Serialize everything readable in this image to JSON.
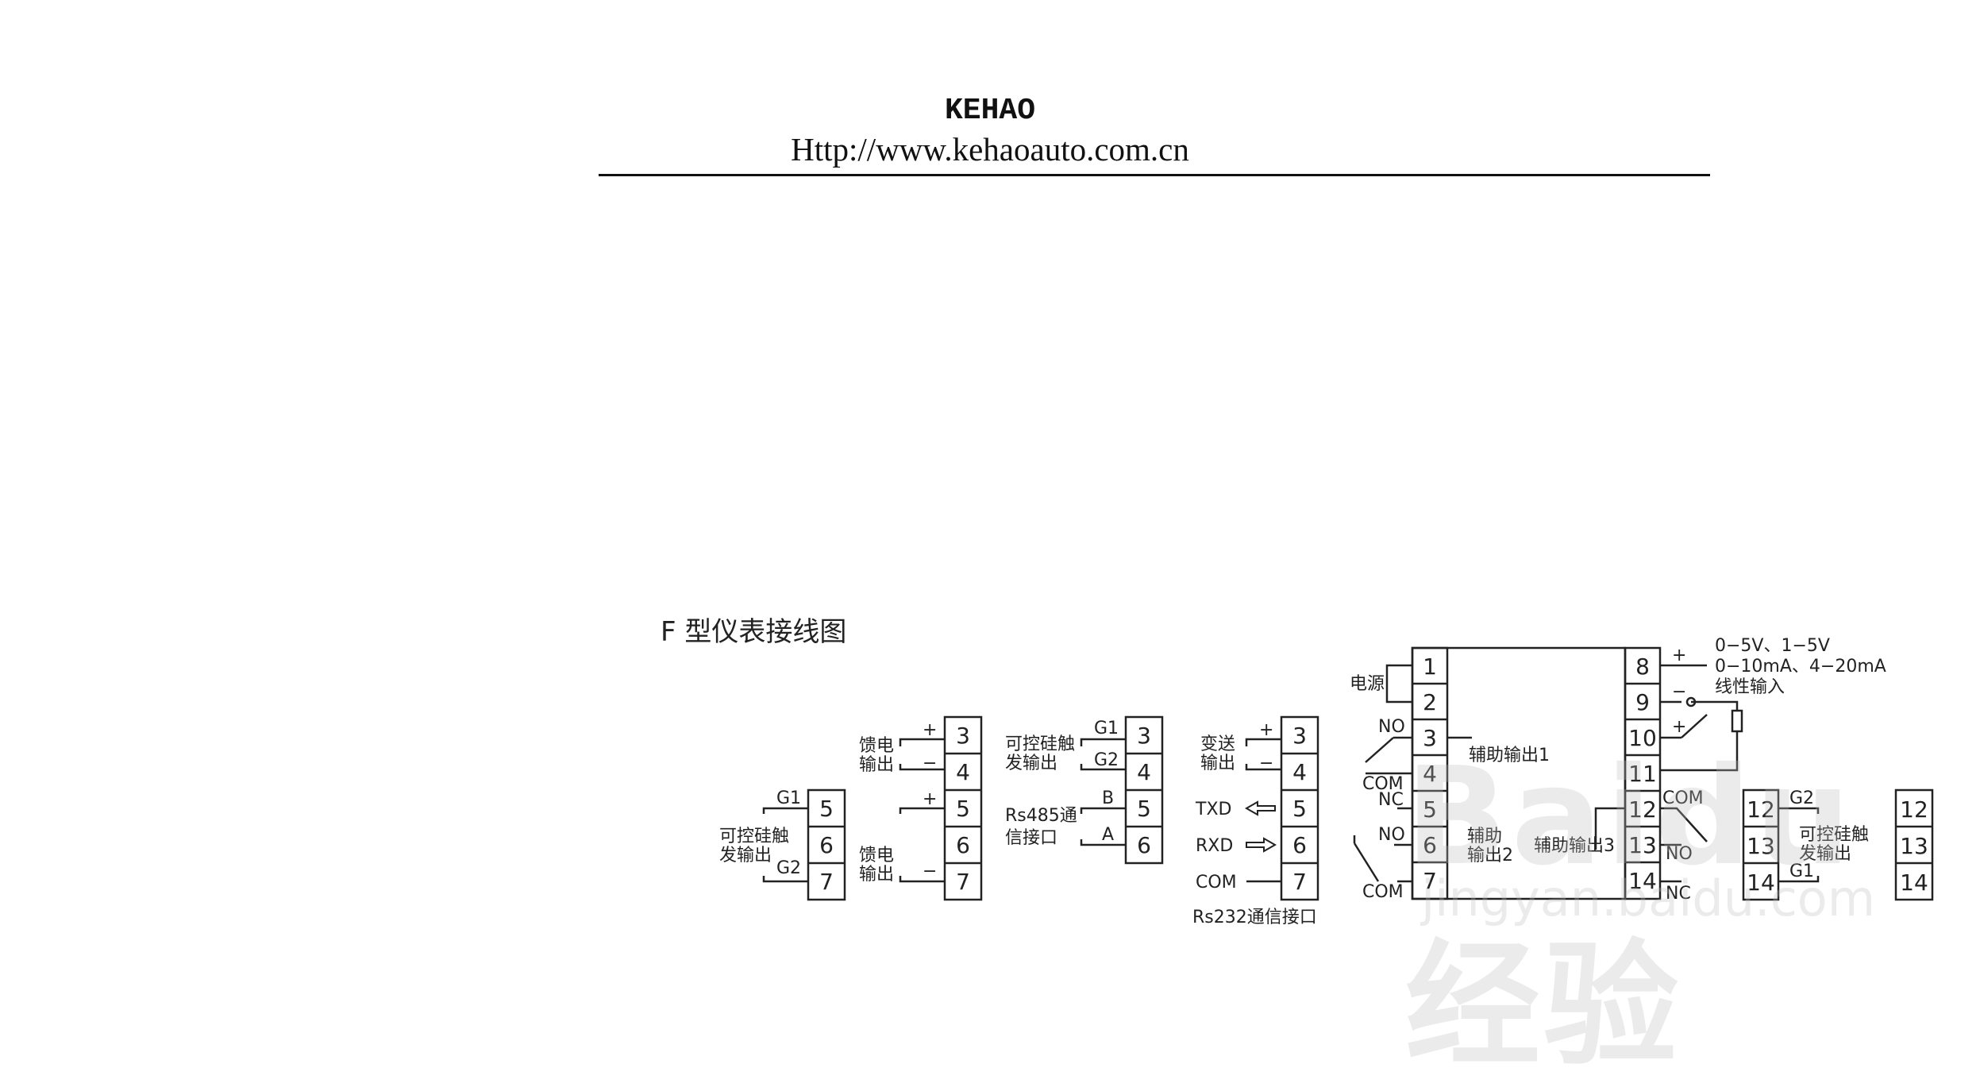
{
  "header": {
    "brand": "KEHAO",
    "url": "Http://www.kehaoauto.com.cn"
  },
  "section_title": "F 型仪表接线图",
  "diagram1": {
    "terminals": [
      "5",
      "6",
      "7"
    ],
    "top_label": "G1",
    "bottom_label": "G2",
    "side_label_1": "可控硅触",
    "side_label_2": "发输出"
  },
  "diagram2": {
    "terminals": [
      "3",
      "4",
      "5",
      "6",
      "7"
    ],
    "signs": [
      "+",
      "−",
      "+",
      "−"
    ],
    "label_a1": "馈电",
    "label_a2": "输出",
    "label_b1": "馈电",
    "label_b2": "输出"
  },
  "diagram3": {
    "terminals": [
      "3",
      "4",
      "5",
      "6"
    ],
    "wire_labels": [
      "G1",
      "G2",
      "B",
      "A"
    ],
    "label_a1": "可控硅触",
    "label_a2": "发输出",
    "label_b1": "Rs485通",
    "label_b2": "信接口"
  },
  "diagram4": {
    "terminals": [
      "3",
      "4",
      "5",
      "6",
      "7"
    ],
    "signs": [
      "+",
      "−"
    ],
    "label_a1": "变送",
    "label_a2": "输出",
    "txd": "TXD",
    "rxd": "RXD",
    "com": "COM",
    "caption": "Rs232通信接口"
  },
  "diagram5": {
    "left_terminals": [
      "1",
      "2",
      "3",
      "4",
      "5",
      "6",
      "7"
    ],
    "right_terminals": [
      "8",
      "9",
      "10",
      "11",
      "12",
      "13",
      "14"
    ],
    "power": "电源",
    "no1": "NO",
    "com1": "COM",
    "nc1": "NC",
    "no2": "NO",
    "com2": "COM",
    "aux1": "辅助输出1",
    "aux2_1": "辅助",
    "aux2_2": "输出2",
    "aux3": "辅助输出3",
    "com3": "COM",
    "no3": "NO",
    "nc3": "NC",
    "plus": "+",
    "minus": "−",
    "plus2": "+",
    "input_1": "0−5V、1−5V",
    "input_2": "0−10mA、4−20mA",
    "input_3": "线性输入"
  },
  "diagram6": {
    "terminals": [
      "12",
      "13",
      "14"
    ],
    "top_label": "G2",
    "bottom_label": "G1",
    "side_label_1": "可控硅触",
    "side_label_2": "发输出"
  },
  "diagram7": {
    "terminals": [
      "12",
      "13",
      "14"
    ]
  },
  "watermark": {
    "text": "Baidu经验",
    "subtext": "jingyan.baidu.com"
  }
}
